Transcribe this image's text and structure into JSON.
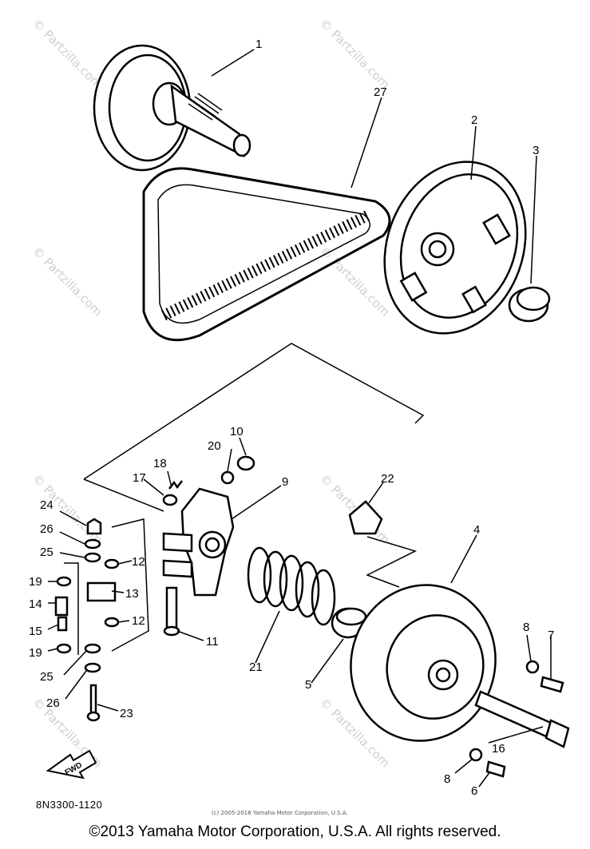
{
  "diagram": {
    "watermark_text": "© Partzilla.com",
    "part_code": "8N3300-1120",
    "small_copyright": "(c) 2005-2016 Yamaha Motor Corporation, U.S.A.",
    "fwd_label": "FWD",
    "callouts": {
      "c1": "1",
      "c2": "2",
      "c3": "3",
      "c4": "4",
      "c5": "5",
      "c6": "6",
      "c7": "7",
      "c8a": "8",
      "c8b": "8",
      "c9": "9",
      "c10": "10",
      "c11": "11",
      "c12a": "12",
      "c12b": "12",
      "c13": "13",
      "c14": "14",
      "c15": "15",
      "c16": "16",
      "c17": "17",
      "c18": "18",
      "c19a": "19",
      "c19b": "19",
      "c20": "20",
      "c21": "21",
      "c22": "22",
      "c23": "23",
      "c24": "24",
      "c25a": "25",
      "c25b": "25",
      "c26a": "26",
      "c26b": "26",
      "c27": "27"
    }
  },
  "footer": {
    "copyright": "©2013 Yamaha Motor Corporation, U.S.A. All rights reserved."
  }
}
